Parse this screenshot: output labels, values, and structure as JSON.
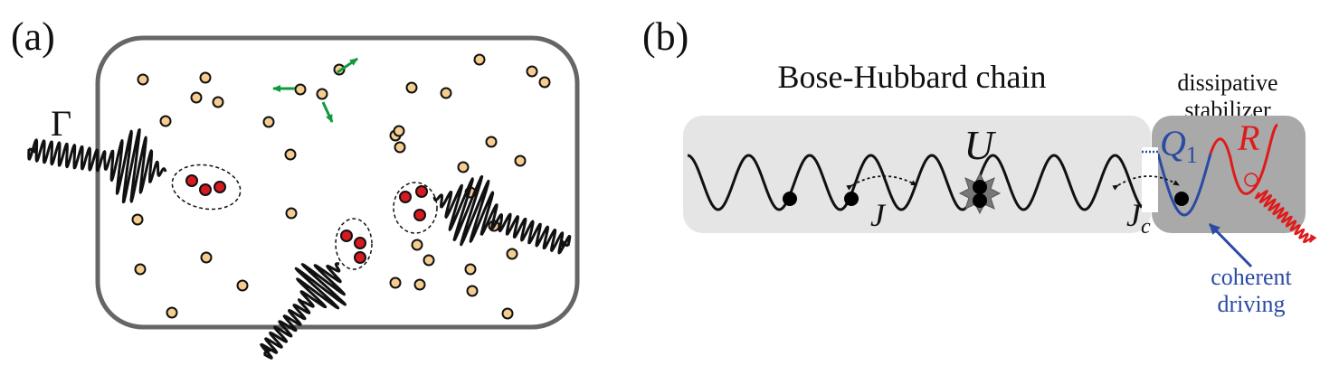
{
  "panel_a": {
    "label": "(a)",
    "gamma": "Γ",
    "colors": {
      "box": "#666666",
      "atom_fill": "#f6cd8f",
      "pair_fill": "#d71920",
      "arrow": "#109a3d"
    }
  },
  "panel_b": {
    "label": "(b)",
    "chain_title": "Bose-Hubbard chain",
    "stabilizer_title_line1": "dissipative",
    "stabilizer_title_line2": "stabilizer",
    "U_label": "U",
    "J_label": "J",
    "Jc_main": "J",
    "Jc_sub": "c",
    "Q_main": "Q",
    "Q_sub": "1",
    "R_label": "R",
    "driving_line1": "coherent",
    "driving_line2": "driving",
    "colors": {
      "chain_bg": "#e5e5e5",
      "stabilizer_bg": "#a9a9a9",
      "Q": "#2b4aa3",
      "R": "#e01a1a"
    }
  }
}
